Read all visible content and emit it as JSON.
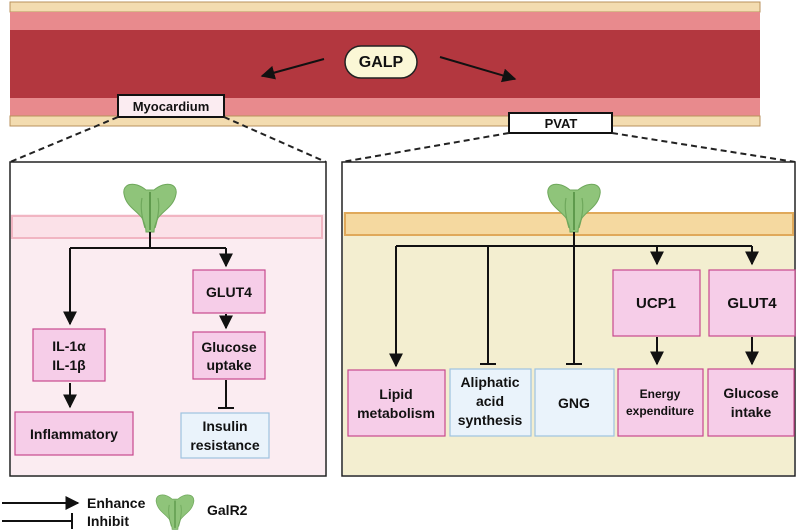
{
  "colors": {
    "vessel_wall": "#f3dcb0",
    "vessel_outer": "#e88a8d",
    "vessel_lumen": "#b3373f",
    "panel_left_bg": "#fbecf1",
    "panel_right_bg": "#f3eed0",
    "box_pink": "#f6cde8",
    "box_blue": "#eaf3fb",
    "receptor_green": "#8fc47a"
  },
  "vessel": {
    "ligand": "GALP",
    "myocardium": "Myocardium",
    "pvat": "PVAT"
  },
  "myocardium_panel": {
    "il1": "IL-1α",
    "il1b": "IL-1β",
    "glut4": "GLUT4",
    "glucose_uptake_1": "Glucose",
    "glucose_uptake_2": "uptake",
    "inflammatory": "Inflammatory",
    "insulin_resistance_1": "Insulin",
    "insulin_resistance_2": "resistance"
  },
  "pvat_panel": {
    "ucp1": "UCP1",
    "glut4": "GLUT4",
    "lipid_1": "Lipid",
    "lipid_2": "metabolism",
    "aliphatic_1": "Aliphatic",
    "aliphatic_2": "acid",
    "aliphatic_3": "synthesis",
    "gng": "GNG",
    "energy_1": "Energy",
    "energy_2": "expenditure",
    "glucose_intake_1": "Glucose",
    "glucose_intake_2": "intake"
  },
  "legend": {
    "enhance": "Enhance",
    "inhibit": "Inhibit",
    "receptor": "GalR2"
  }
}
